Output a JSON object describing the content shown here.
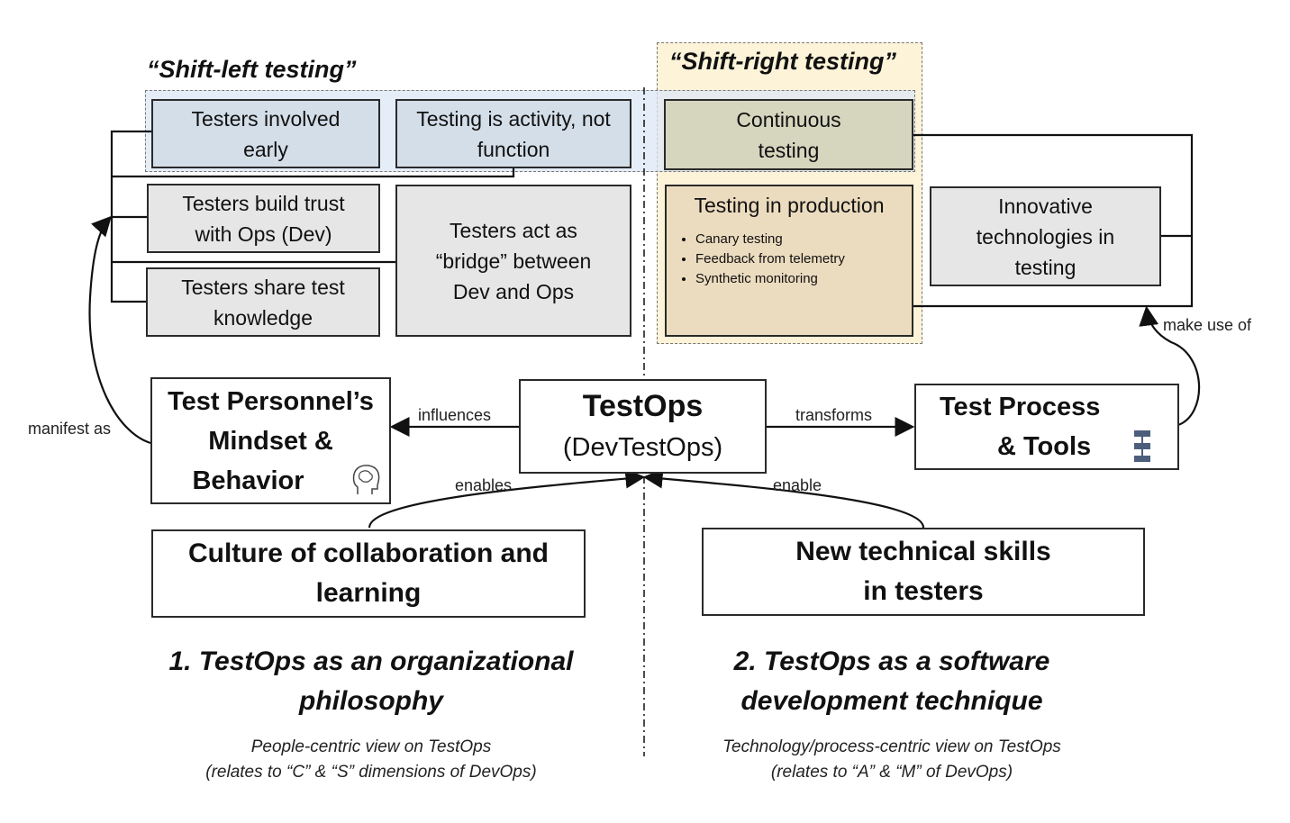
{
  "shift_left": {
    "title": "“Shift-left testing”",
    "boxes": [
      "Testers involved early",
      "Testing is activity, not function",
      "Testers build trust with Ops (Dev)",
      "Testers share test knowledge",
      "Testers act as “bridge” between Dev and Ops"
    ]
  },
  "shift_right": {
    "title": "“Shift-right testing”",
    "continuous": "Continuous testing",
    "production": {
      "title": "Testing in production",
      "items": [
        "Canary testing",
        "Feedback from telemetry",
        "Synthetic monitoring"
      ]
    }
  },
  "innovative": "Innovative technologies in testing",
  "center": {
    "title": "TestOps",
    "subtitle": "(DevTestOps)"
  },
  "mindset": {
    "line1": "Test Personnel’s",
    "line2": "Mindset &",
    "line3": "Behavior"
  },
  "process": {
    "line1": "Test Process",
    "line2": "& Tools"
  },
  "culture": {
    "line1": "Culture of collaboration and",
    "line2": "learning"
  },
  "skills": {
    "line1": "New technical skills",
    "line2": "in testers"
  },
  "edges": {
    "influences": "influences",
    "transforms": "transforms",
    "enables": "enables",
    "enable": "enable",
    "manifest": "manifest as",
    "make_use": "make use of"
  },
  "views": [
    {
      "heading1": "1. TestOps as an organizational",
      "heading2": "philosophy",
      "sub1": "People-centric view on TestOps",
      "sub2": "(relates to “C” & “S” dimensions of DevOps)"
    },
    {
      "heading1": "2. TestOps as a software",
      "heading2": "development technique",
      "sub1": "Technology/process-centric view on TestOps",
      "sub2": "(relates to “A” & “M” of DevOps)"
    }
  ],
  "colors": {
    "blue_region": "#e3ecf5",
    "blue_box": "#d4dee9",
    "yellow_region": "#fdf3d8",
    "olive_box": "#d6d6bf",
    "tan_box": "#ecdcbf",
    "grey_box": "#e6e6e6"
  }
}
